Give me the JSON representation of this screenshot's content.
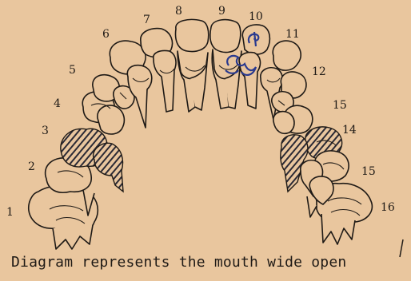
{
  "diagram": {
    "caption": "Diagram represents the mouth wide open",
    "tooth_numbers": [
      "1",
      "2",
      "3",
      "4",
      "5",
      "6",
      "7",
      "8",
      "9",
      "10",
      "11",
      "12",
      "15",
      "14",
      "15",
      "16"
    ],
    "colors": {
      "paper": "#e9c69e",
      "ink": "#1f1a16",
      "hatch": "#2b2a35",
      "blue_mark": "#2a3a8f"
    }
  }
}
